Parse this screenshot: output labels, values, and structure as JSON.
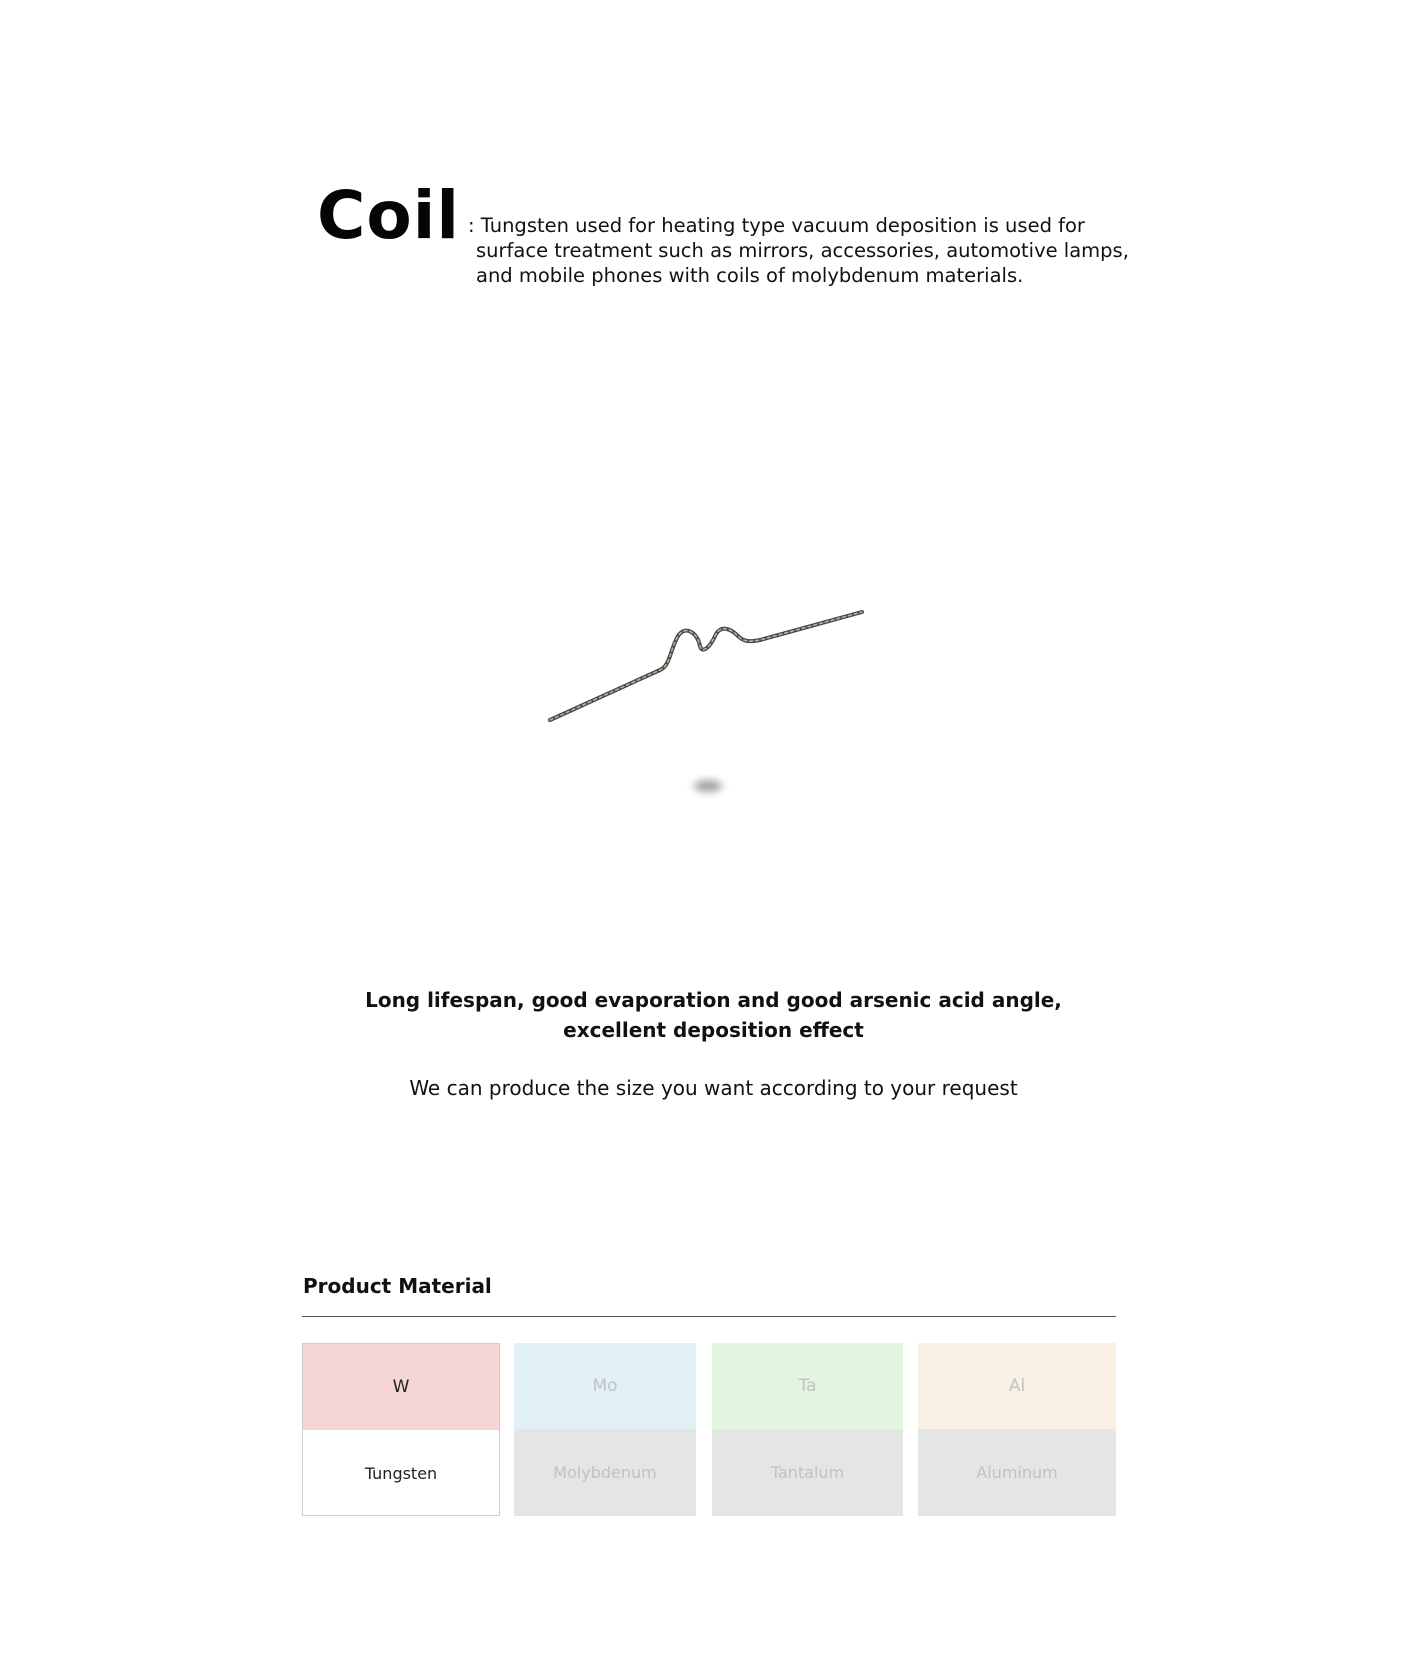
{
  "header": {
    "title": "Coil",
    "description_lines": [
      ": Tungsten used for heating type vacuum deposition is used for",
      "surface treatment such as mirrors, accessories, automotive lamps,",
      "and mobile phones with coils of molybdenum materials."
    ]
  },
  "product_image": {
    "icon": "coil-wire-image"
  },
  "features": {
    "bold_lines": [
      "Long lifespan, good evaporation and good arsenic acid angle,",
      "excellent deposition effect"
    ],
    "note": "We can produce the size you want according to your request"
  },
  "materials": {
    "heading": "Product Material",
    "items": [
      {
        "symbol": "W",
        "name": "Tungsten",
        "color": "#f5d6d5",
        "active": true
      },
      {
        "symbol": "Mo",
        "name": "Molybdenum",
        "color": "#e1f0f7",
        "active": false
      },
      {
        "symbol": "Ta",
        "name": "Tantalum",
        "color": "#e2f6df",
        "active": false
      },
      {
        "symbol": "Al",
        "name": "Aluminum",
        "color": "#f8f1e3",
        "active": false
      }
    ]
  }
}
